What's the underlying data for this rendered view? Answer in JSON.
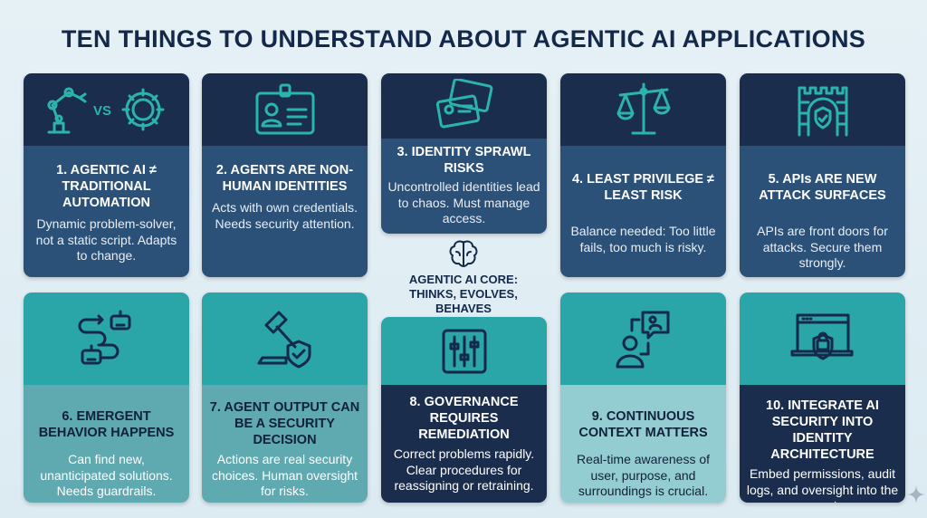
{
  "title": "TEN THINGS TO UNDERSTAND ABOUT AGENTIC AI APPLICATIONS",
  "core": {
    "line1": "AGENTIC AI CORE:",
    "line2": "THINKS, EVOLVES, BEHAVES",
    "icon": "brain-icon"
  },
  "cards": [
    {
      "title": "1. AGENTIC AI ≠ TRADITIONAL AUTOMATION",
      "body": "Dynamic problem-solver, not a static script. Adapts to change.",
      "icon": "robot-arm-vs-gear-icon",
      "vs": "VS"
    },
    {
      "title": "2. AGENTS ARE NON-HUMAN IDENTITIES",
      "body": "Acts with own credentials. Needs security attention.",
      "icon": "id-badge-icon"
    },
    {
      "title": "3. IDENTITY SPRAWL RISKS",
      "body": "Uncontrolled identities lead to chaos. Must manage access.",
      "icon": "id-cards-icon"
    },
    {
      "title": "4. LEAST PRIVILEGE ≠ LEAST RISK",
      "body": "Balance needed: Too little fails, too much is risky.",
      "icon": "scales-icon"
    },
    {
      "title": "5. APIs ARE NEW ATTACK SURFACES",
      "body": "APIs are front doors for attacks. Secure them strongly.",
      "icon": "castle-gate-shield-icon"
    },
    {
      "title": "6. EMERGENT BEHAVIOR HAPPENS",
      "body": "Can find new, unanticipated solutions. Needs guardrails.",
      "icon": "robots-path-icon"
    },
    {
      "title": "7. AGENT OUTPUT CAN BE A SECURITY DECISION",
      "body": "Actions are real security choices. Human oversight for risks.",
      "icon": "gavel-shield-icon"
    },
    {
      "title": "8. GOVERNANCE REQUIRES REMEDIATION",
      "body": "Correct problems rapidly. Clear procedures for reassigning or retraining.",
      "icon": "sliders-icon"
    },
    {
      "title": "9. CONTINUOUS CONTEXT MATTERS",
      "body": "Real-time awareness of user, purpose, and surroundings is crucial.",
      "icon": "user-chat-icon"
    },
    {
      "title": "10. INTEGRATE AI SECURITY INTO IDENTITY ARCHITECTURE",
      "body": "Embed permissions, audit logs, and oversight into the core system.",
      "icon": "laptop-lock-icon"
    }
  ]
}
